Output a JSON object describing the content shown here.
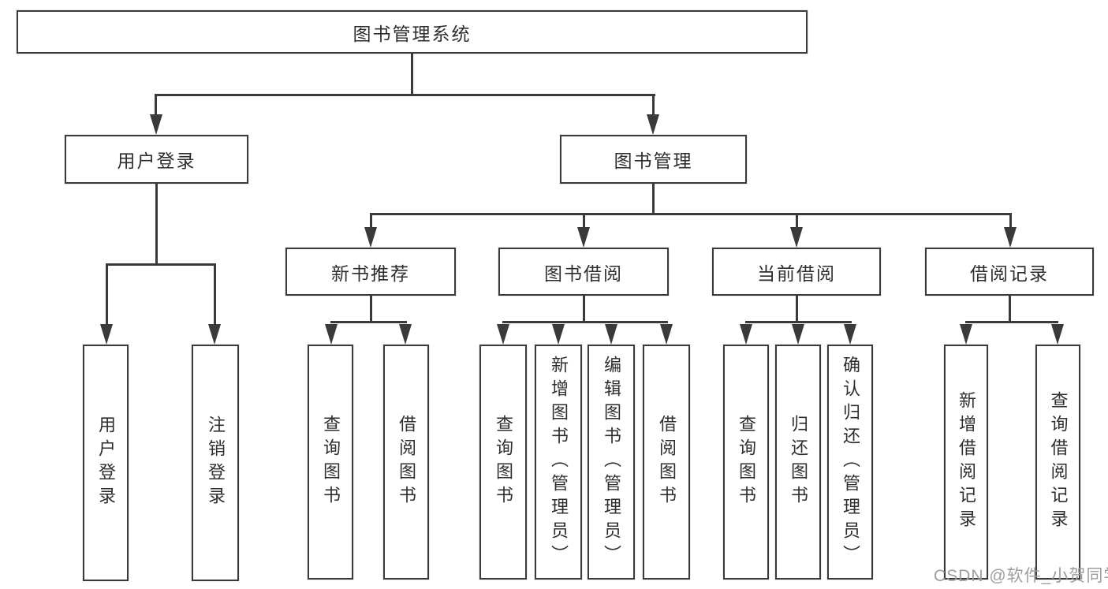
{
  "colors": {
    "line": "#3a3a3a",
    "text": "#2e2e2e",
    "background": "#ffffff",
    "watermark": "#9e9e9e"
  },
  "diagram": {
    "root": "图书管理系统",
    "branches": [
      {
        "label": "用户登录",
        "children": [
          "用户登录",
          "注销登录"
        ]
      },
      {
        "label": "图书管理",
        "groups": [
          {
            "label": "新书推荐",
            "children": [
              "查询图书",
              "借阅图书"
            ]
          },
          {
            "label": "图书借阅",
            "children": [
              "查询图书",
              "新增图书（管理员）",
              "编辑图书（管理员）",
              "借阅图书"
            ]
          },
          {
            "label": "当前借阅",
            "children": [
              "查询图书",
              "归还图书",
              "确认归还（管理员）"
            ]
          },
          {
            "label": "借阅记录",
            "children": [
              "新增借阅记录",
              "查询借阅记录"
            ]
          }
        ]
      }
    ]
  },
  "watermark": "CSDN @软件_小贺同学"
}
